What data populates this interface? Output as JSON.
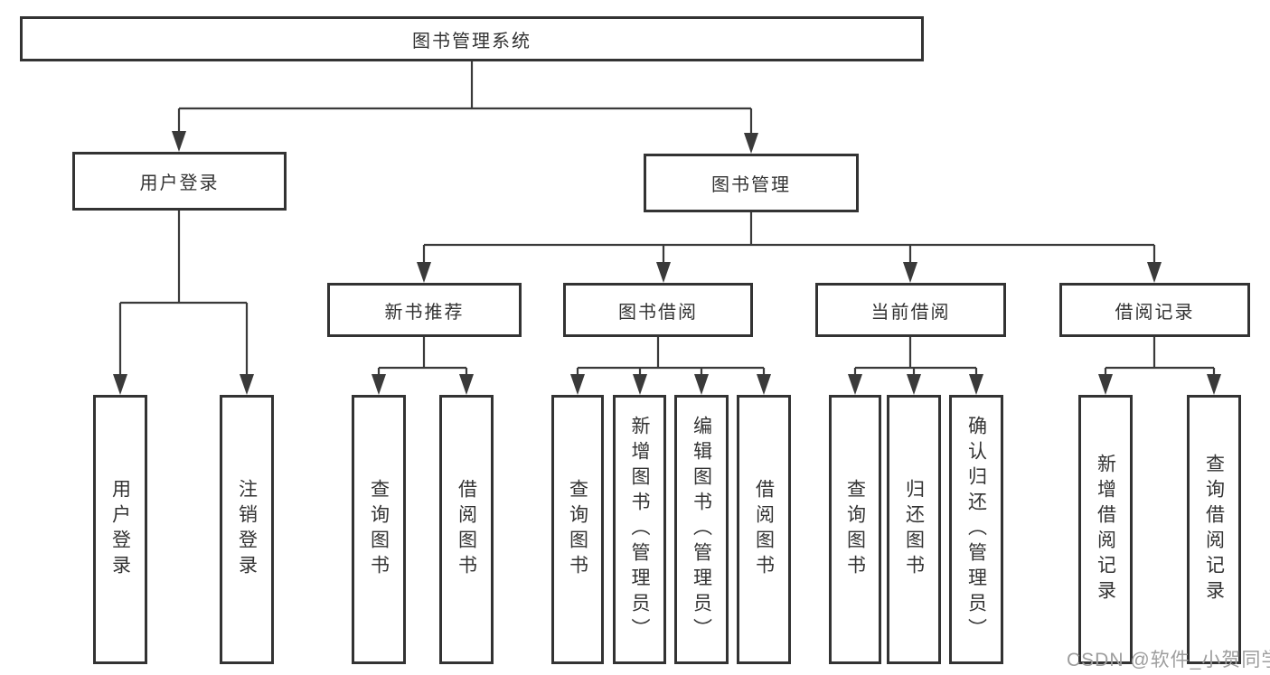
{
  "diagram_type": "hierarchy-flowchart",
  "tree": {
    "label": "图书管理系统",
    "children": [
      {
        "label": "用户登录",
        "children": [
          {
            "label": "用户登录"
          },
          {
            "label": "注销登录"
          }
        ]
      },
      {
        "label": "图书管理",
        "children": [
          {
            "label": "新书推荐",
            "children": [
              {
                "label": "查询图书"
              },
              {
                "label": "借阅图书"
              }
            ]
          },
          {
            "label": "图书借阅",
            "children": [
              {
                "label": "查询图书"
              },
              {
                "label": "新增图书（管理员）"
              },
              {
                "label": "编辑图书（管理员）"
              },
              {
                "label": "借阅图书"
              }
            ]
          },
          {
            "label": "当前借阅",
            "children": [
              {
                "label": "查询图书"
              },
              {
                "label": "归还图书"
              },
              {
                "label": "确认归还（管理员）"
              }
            ]
          },
          {
            "label": "借阅记录",
            "children": [
              {
                "label": "新增借阅记录"
              },
              {
                "label": "查询借阅记录"
              }
            ]
          }
        ]
      }
    ]
  },
  "watermark": "CSDN @软件_小贺同学",
  "colors": {
    "line": "#3a3a3a",
    "box_border": "#333333",
    "text": "#333333",
    "watermark": "#9d9d9d",
    "background": "#ffffff"
  }
}
